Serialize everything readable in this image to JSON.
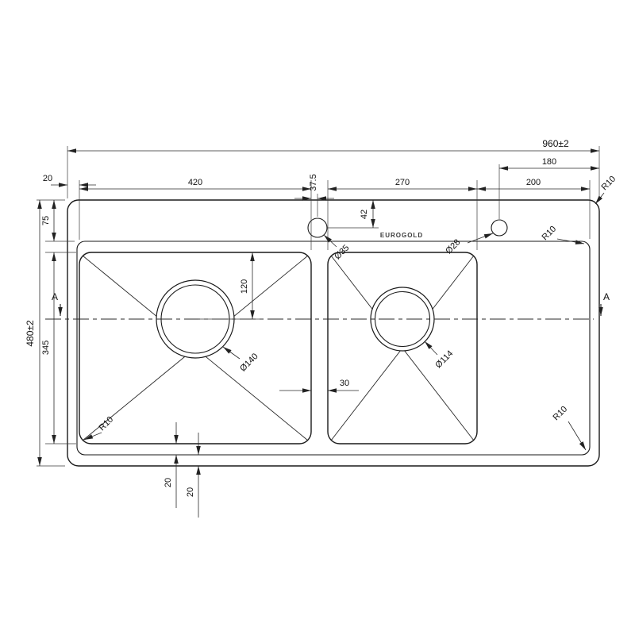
{
  "drawing": {
    "brand": "EUROGOLD",
    "section_label": "A",
    "dims": {
      "overall_width": "960±2",
      "overall_depth": "480±2",
      "left_rim": "20",
      "left_bowl_width": "420",
      "faucet_hole_offset": "37.5",
      "right_bowl_width": "270",
      "drainboard_width": "200",
      "hole_to_right_edge": "180",
      "rim_top_depth": "75",
      "bowl_front_depth": "345",
      "drain_center_from_top": "120",
      "divider_width": "30",
      "hole_center_from_top": "42",
      "bottom_inner_gap": "20",
      "bottom_outer_gap": "20",
      "left_drain_diameter": "Ø140",
      "right_drain_diameter": "Ø114",
      "faucet_hole_left": "Ø35",
      "faucet_hole_right": "Ø28",
      "corner_radius": "R10"
    }
  }
}
